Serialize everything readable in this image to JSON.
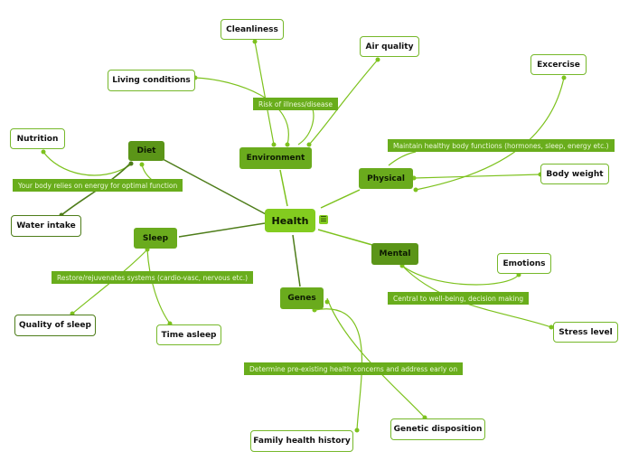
{
  "colors": {
    "link": "#7dc21e",
    "link_dark": "#4e7d1a",
    "main_node": "#6aab1d",
    "root_node": "#83cc1f",
    "note_bg": "#69ad1c"
  },
  "central": {
    "label": "Health",
    "icon": "note-icon"
  },
  "topics": {
    "diet": "Diet",
    "environment": "Environment",
    "physical": "Physical",
    "sleep": "Sleep",
    "mental": "Mental",
    "genes": "Genes"
  },
  "subtopics": {
    "nutrition": "Nutrition",
    "water_intake": "Water intake",
    "cleanliness": "Cleanliness",
    "air_quality": "Air quality",
    "living_conditions": "Living conditions",
    "excercise": "Excercise",
    "body_weight": "Body weight",
    "quality_of_sleep": "Quality of sleep",
    "time_asleep": "Time asleep",
    "emotions": "Emotions",
    "stress_level": "Stress level",
    "family_health_history": "Family health history",
    "genetic_disposition": "Genetic disposition"
  },
  "notes": {
    "diet": "Your body relies on energy for optimal function",
    "environment": "Risk of illness/disease",
    "physical": "Maintain healthy body functions (hormones, sleep, energy etc.)",
    "sleep": "Restore/rejuvenates systems (cardio-vasc, nervous etc.)",
    "mental": "Central to well-being, decision making",
    "genes": "Determine pre-existing health concerns and address early on"
  }
}
